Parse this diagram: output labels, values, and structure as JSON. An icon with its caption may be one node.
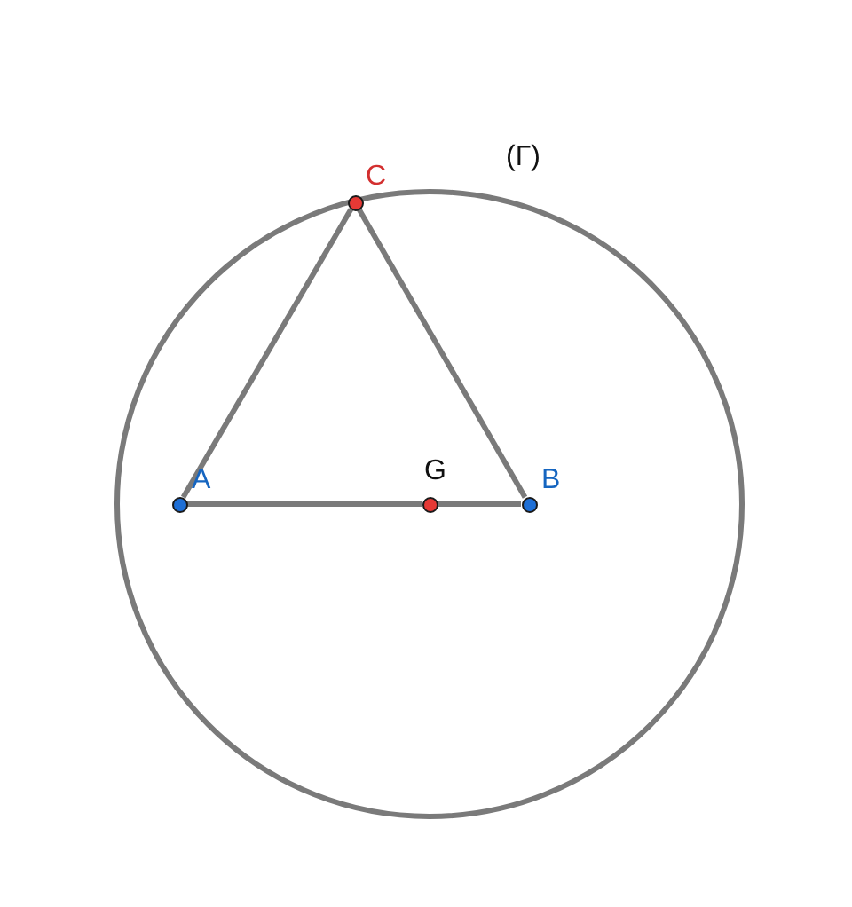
{
  "diagram": {
    "nodes": [
      {
        "text": [
          "(Γ)"
        ]
      },
      {
        "text": [
          "C"
        ],
        "in": 0
      },
      {
        "text": [
          "A"
        ],
        "in": 0
      },
      {
        "text": [
          "G"
        ],
        "in": 0
      },
      {
        "text": [
          "B"
        ],
        "in": 0
      }
    ],
    "edges": [
      {
        "from": 2,
        "to": 1,
        "arrow": "none"
      },
      {
        "from": 1,
        "to": 4,
        "arrow": "none"
      },
      {
        "from": 2,
        "to": 3,
        "arrow": "none"
      },
      {
        "from": 3,
        "to": 4,
        "arrow": "none"
      }
    ]
  }
}
